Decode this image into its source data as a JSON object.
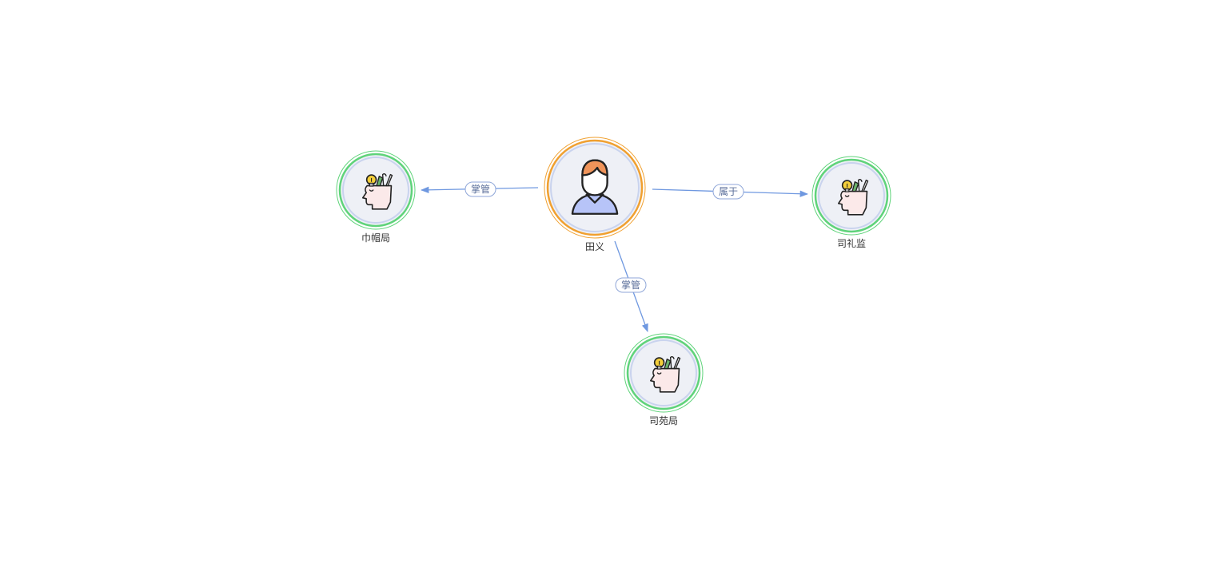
{
  "graph": {
    "colors": {
      "person_ring": "#f0a030",
      "org_ring": "#5fd37a",
      "node_fill": "#eef0f6",
      "node_inner_ring": "#c9d3ee",
      "edge": "#6f98e0",
      "edge_label_border": "#8fa6d8",
      "edge_label_text": "#5a6e9a"
    },
    "nodes": [
      {
        "id": "tianyi",
        "label": "田义",
        "type": "person",
        "icon": "person-icon"
      },
      {
        "id": "jinmao",
        "label": "巾帽局",
        "type": "organization",
        "icon": "head-ideas-icon"
      },
      {
        "id": "sili",
        "label": "司礼监",
        "type": "organization",
        "icon": "head-ideas-icon"
      },
      {
        "id": "siyuan",
        "label": "司苑局",
        "type": "organization",
        "icon": "head-ideas-icon"
      }
    ],
    "edges": [
      {
        "source": "tianyi",
        "target": "jinmao",
        "label": "掌管"
      },
      {
        "source": "tianyi",
        "target": "sili",
        "label": "属于"
      },
      {
        "source": "tianyi",
        "target": "siyuan",
        "label": "掌管"
      }
    ]
  }
}
